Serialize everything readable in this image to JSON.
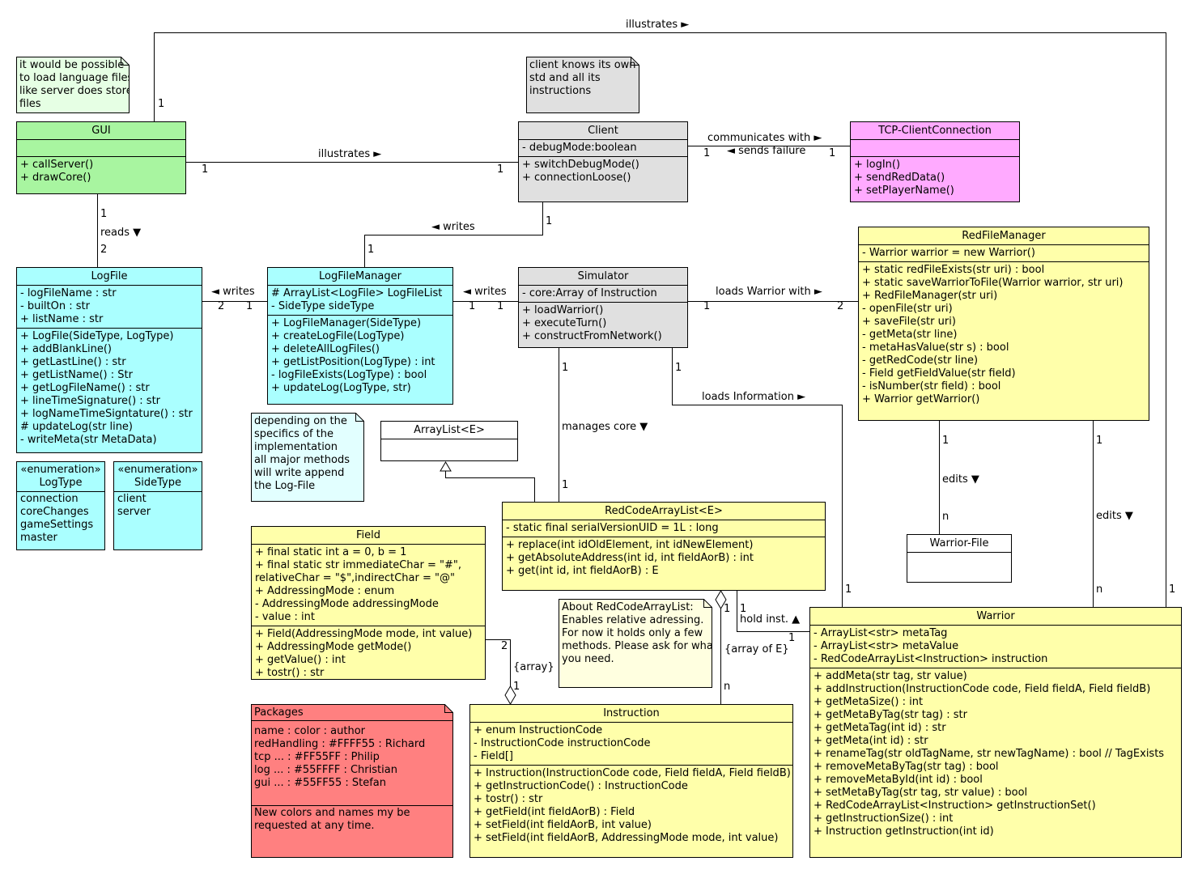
{
  "colors": {
    "gui": "#a8f5a0",
    "client": "#e0e0e0",
    "tcp": "#ffaaff",
    "log": "#aaffff",
    "red": "#ffffaa",
    "simulator": "#e0e0e0",
    "packages_note": "#ff8080",
    "note_green": "#e6ffe4",
    "note_grey": "#e0e0e0",
    "note_cyan": "#e2ffff",
    "note_yellow": "#ffffe0",
    "white": "#ffffff"
  },
  "classes": {
    "gui": {
      "name": "GUI",
      "attributes": [],
      "methods": [
        "+ callServer()",
        "+ drawCore()"
      ]
    },
    "client": {
      "name": "Client",
      "attributes": [
        "- debugMode:boolean"
      ],
      "methods": [
        "+ switchDebugMode()",
        "+ connectionLoose()"
      ]
    },
    "tcp": {
      "name": "TCP-ClientConnection",
      "attributes": [],
      "methods": [
        "+ logIn()",
        "+ sendRedData()",
        "+ setPlayerName()"
      ]
    },
    "logfile": {
      "name": "LogFile",
      "attributes": [
        "- logFileName : str",
        "- builtOn : str",
        "+ listName : str"
      ],
      "methods": [
        "+ LogFile(SideType, LogType)",
        "+ addBlankLine()",
        "+ getLastLine() : str",
        "+ getListName() : Str",
        "+ getLogFileName() : str",
        "+ lineTimeSignature() : str",
        "+ logNameTimeSigntature() : str",
        "# updateLog(str line)",
        "- writeMeta(str MetaData)"
      ]
    },
    "logfilemanager": {
      "name": "LogFileManager",
      "attributes": [
        "# ArrayList<LogFile> LogFileList",
        "- SideType sideType"
      ],
      "methods": [
        "+ LogFileManager(SideType)",
        "+ createLogFile(LogType)",
        "+ deleteAllLogFiles()",
        "+ getListPosition(LogType) : int",
        "- logFileExists(LogType) : bool",
        "+ updateLog(LogType, str)"
      ]
    },
    "simulator": {
      "name": "Simulator",
      "attributes": [
        "- core:Array of Instruction"
      ],
      "methods": [
        "+ loadWarrior()",
        "+ executeTurn()",
        "+ constructFromNetwork()"
      ]
    },
    "redfilemanager": {
      "name": "RedFileManager",
      "attributes": [
        "- Warrior warrior = new Warrior()"
      ],
      "methods": [
        "+ static redFileExists(str uri) : bool",
        "+ static saveWarriorToFile(Warrior warrior, str uri)",
        "+ RedFileManager(str uri)",
        "- openFile(str uri)",
        "+ saveFile(str uri)",
        "- getMeta(str line)",
        "- metaHasValue(str s) : bool",
        "- getRedCode(str line)",
        "- Field getFieldValue(str field)",
        "- isNumber(str field) : bool",
        "+ Warrior getWarrior()"
      ]
    },
    "logtype": {
      "stereotype": "«enumeration»",
      "name": "LogType",
      "values": [
        "connection",
        "coreChanges",
        "gameSettings",
        "master"
      ]
    },
    "sidetype": {
      "stereotype": "«enumeration»",
      "name": "SideType",
      "values": [
        "client",
        "server"
      ]
    },
    "arraylist": {
      "name": "ArrayList<E>"
    },
    "redcodearraylist": {
      "name": "RedCodeArrayList<E>",
      "attributes": [
        "- static final serialVersionUID = 1L : long"
      ],
      "methods": [
        "+ replace(int idOldElement, int idNewElement)",
        "+ getAbsoluteAddress(int id, int fieldAorB) : int",
        "+ get(int id, int fieldAorB) : E"
      ]
    },
    "field": {
      "name": "Field",
      "attributes": [
        "+ final static int a = 0, b = 1",
        "+ final static str immediateChar = \"#\",",
        "relativeChar = \"$\",indirectChar = \"@\"",
        "+ AddressingMode : enum",
        "- AddressingMode addressingMode",
        "- value : int"
      ],
      "methods": [
        "+ Field(AddressingMode mode, int value)",
        "+ AddressingMode getMode()",
        "+ getValue() : int",
        "+ tostr() : str"
      ]
    },
    "warriorfile": {
      "name": "Warrior-File"
    },
    "instruction": {
      "name": "Instruction",
      "attributes": [
        "+ enum InstructionCode",
        "- InstructionCode instructionCode",
        "- Field[]"
      ],
      "methods": [
        "+ Instruction(InstructionCode code, Field fieldA, Field fieldB)",
        "+ getInstructionCode() : InstructionCode",
        "+ tostr() : str",
        "+ getField(int fieldAorB) : Field",
        "+ setField(int fieldAorB, int value)",
        "+ setField(int fieldAorB, AddressingMode mode, int value)"
      ]
    },
    "warrior": {
      "name": "Warrior",
      "attributes": [
        "- ArrayList<str> metaTag",
        "- ArrayList<str> metaValue",
        "- RedCodeArrayList<Instruction> instruction"
      ],
      "methods": [
        "+ addMeta(str tag, str value)",
        "+ addInstruction(InstructionCode code, Field fieldA, Field fieldB)",
        "+ getMetaSize() : int",
        "+ getMetaByTag(str tag) : str",
        "+ getMetaTag(int id) : str",
        "+ getMeta(int id) : str",
        "+ renameTag(str oldTagName, str newTagName) : bool // TagExists",
        "+ removeMetaByTag(str tag) : bool",
        "+ removeMetaById(int id) : bool",
        "+ setMetaByTag(str tag, str value) : bool",
        "+ RedCodeArrayList<Instruction> getInstructionSet()",
        "+ getInstructionSize() : int",
        "+ Instruction getInstruction(int id)"
      ]
    }
  },
  "notes": {
    "language": [
      "it would be possible",
      "to load language files",
      "like server does store",
      "files"
    ],
    "client_std": [
      "client knows its own",
      "std and all its",
      "instructions"
    ],
    "log_specifics": [
      "depending on the",
      "specifics of the",
      "implementation",
      "all major methods",
      "will write append",
      "the Log-File"
    ],
    "about_redcode": [
      "About RedCodeArrayList:",
      "Enables relative adressing.",
      "For now it holds only a few",
      "methods. Please ask for what",
      "you need."
    ],
    "packages": {
      "title": "Packages",
      "lines": [
        "name : color : author",
        "redHandling : #FFFF55 : Richard",
        "tcp ... : #FF55FF : Philip",
        "log ... : #55FFFF : Christian",
        "gui ... : #55FF55 : Stefan"
      ],
      "footer": [
        "New colors and names my be",
        "requested at any time."
      ]
    }
  },
  "edge_labels": {
    "illustrates_top": "illustrates ►",
    "illustrates_mid": "illustrates ►",
    "communicates": "communicates with ►",
    "sends_failure": "◄ sends failure",
    "reads": "reads ▼",
    "writes_client": "◄ writes",
    "writes_lfm": "◄ writes",
    "writes_sim": "◄ writes",
    "loads_warrior": "loads Warrior with ►",
    "loads_information": "loads Information ►",
    "manages_core": "manages core ▼",
    "edits_1": "edits ▼",
    "edits_2": "edits ▼",
    "hold_inst": "hold inst. ▲",
    "array": "{array}",
    "array_of_e": "{array of E}"
  },
  "multiplicities": {
    "m_gui_top": "1",
    "m_warrior_top": "1",
    "m_gui_client": "1",
    "m_client_gui": "1",
    "m_client_tcp": "1",
    "m_tcp_client": "1",
    "m_gui_reads": "1",
    "m_logfile_reads": "2",
    "m_client_writes": "1",
    "m_lfm_writes": "1",
    "m_logfile_writes": "2",
    "m_lfm_logfile": "1",
    "m_lfm_sim": "1",
    "m_sim_lfm": "1",
    "m_sim_rfm": "1",
    "m_rfm_sim": "2",
    "m_sim_core": "1",
    "m_rcal_core": "1",
    "m_sim_info": "1",
    "m_warrior_info": "1",
    "m_rfm_edits1": "1",
    "m_wf_edits": "n",
    "m_rfm_edits2": "1",
    "m_warrior_edits": "n",
    "m_rcal_hold": "1",
    "m_warrior_hold": "1",
    "m_field_array": "2",
    "m_instr_array": "1",
    "m_rcal_arr": "1",
    "m_instr_arr": "n"
  }
}
